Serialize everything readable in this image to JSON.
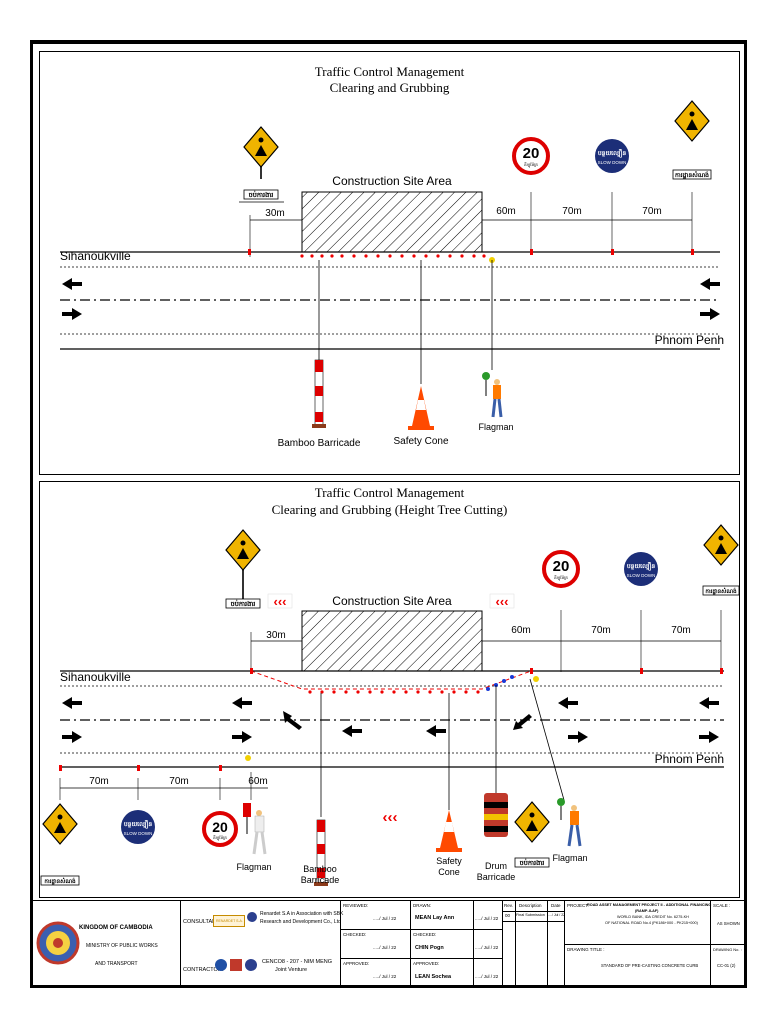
{
  "panel1": {
    "title_line1": "Traffic Control Management",
    "title_line2": "Clearing and Grubbing",
    "site_label": "Construction Site Area",
    "left_town": "Sihanoukville",
    "right_town": "Phnom Penh",
    "dist_30": "30m",
    "dist_60": "60m",
    "dist_70a": "70m",
    "dist_70b": "70m",
    "sign_20": "20",
    "legend_barricade": "Bamboo  Barricade",
    "legend_cone": "Safety  Cone",
    "legend_flagman": "Flagman"
  },
  "panel2": {
    "title_line1": "Traffic Control Management",
    "title_line2": "Clearing and Grubbing (Height Tree Cutting)",
    "site_label": "Construction Site Area",
    "left_town": "Sihanoukville",
    "right_town": "Phnom Penh",
    "dist_30": "30m",
    "dist_60": "60m",
    "dist_70a": "70m",
    "dist_70b": "70m",
    "dist_70c": "70m",
    "dist_70d": "70m",
    "dist_60b": "60m",
    "sign_20": "20",
    "legend_flagman_left": "Flagman",
    "legend_barricade_1": "Bamboo",
    "legend_barricade_2": "Barricade",
    "legend_cone_1": "Safety",
    "legend_cone_2": "Cone",
    "legend_drum_1": "Drum",
    "legend_drum_2": "Barricade",
    "legend_flagman_right": "Flagman"
  },
  "titleblock": {
    "kingdom": "KINGDOM OF CAMBODIA",
    "ministry1": "MINISTRY OF PUBLIC WORKS",
    "ministry2": "AND TRANSPORT",
    "consultants_label": "CONSULTANTS:",
    "consultant_logo_text": "RENARDET S.A.",
    "consultant_text1": "Renardet S.A in Association with SBK",
    "consultant_text2": "Research and Development Co., Ltd",
    "contractor_label": "CONTRACTOR:",
    "contractor_text1": "CENCO8 - 207 - NIM MENG",
    "contractor_text2": "Joint Venture",
    "reviewed": "REVIEWED:",
    "checked": "CHECKED:",
    "approved": "APPROVED:",
    "date_blank1": "...../ Jul / 22",
    "date_blank2": "...../ Jul / 22",
    "date_blank3": "...../ Jul / 22",
    "drawn": "DRAWN:",
    "drawn_name": "MEAN Lay Ann",
    "checked2": "CHECKED:",
    "checked2_name": "CHIN Pogn",
    "approved2": "APPROVED:",
    "approved2_name": "LEAN Sochea",
    "date_blank4": "...../ Jul / 22",
    "date_blank5": "...../ Jul / 22",
    "date_blank6": "...../ Jul / 22",
    "rev": "Rev.",
    "description": "Description",
    "date": "Date",
    "rev_no": "00",
    "rev_desc": "Final Submission",
    "rev_date": "..../ Jul / 22",
    "project_label": "PROJECT:",
    "project_line1": "ROAD ASSET MANAGEMENT PROJECT II - ADDITIONAL FINANCING",
    "project_line2": "(RAMP-II-AF)",
    "project_line3": "WORLD BANK, IDA CREDIT No. 6275-KH",
    "project_line4": "OF NATIONAL ROAD No.4 (PK186+000 - PK215+000)",
    "drawing_title_label": "DRAWING TITLE :",
    "drawing_title": "STANDARD OF PRE-CASTING CONCRETE CURB",
    "scale_label": "SCALE :",
    "scale_value": "AS SHOWN",
    "drawing_no_label": "DRAWING No. :",
    "drawing_no": "CC-01 (2)"
  }
}
